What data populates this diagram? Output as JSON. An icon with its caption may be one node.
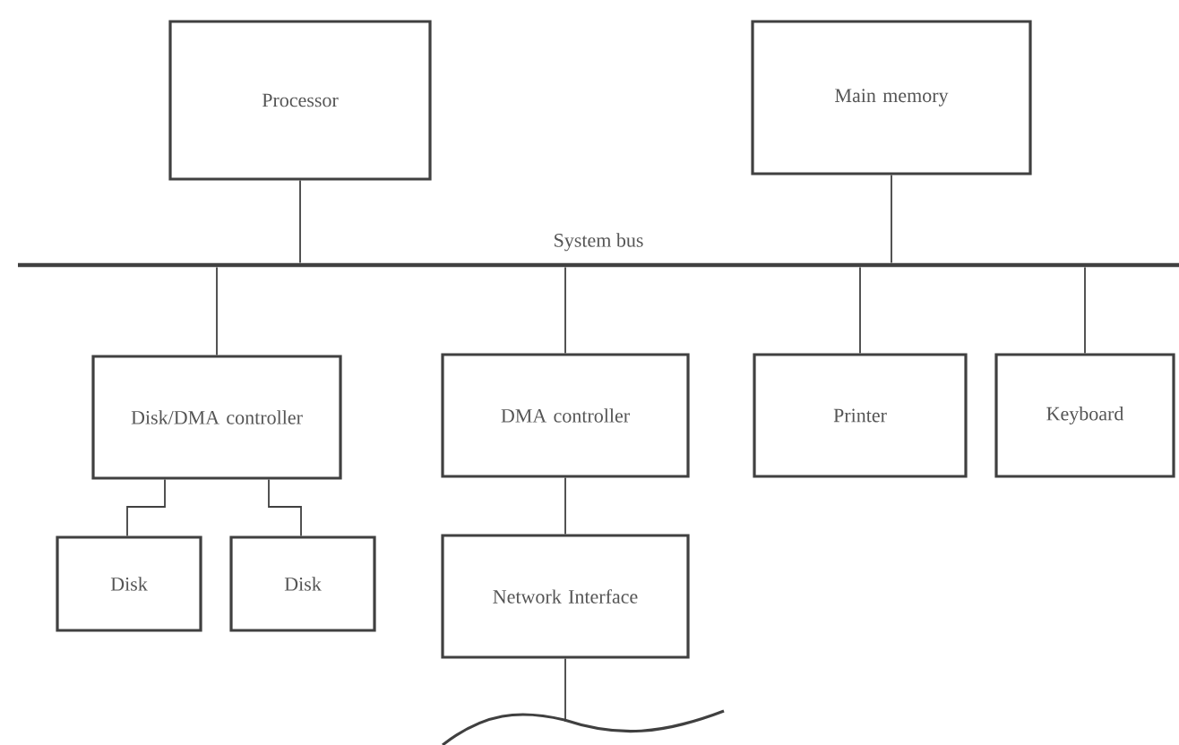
{
  "diagram": {
    "nodes": [
      {
        "text": [
          "Processor"
        ]
      },
      {
        "text": [
          "Main memory"
        ]
      },
      {
        "text": [
          "System bus"
        ]
      },
      {
        "text": [
          "Disk/DMA controller"
        ]
      },
      {
        "text": [
          "DMA controller"
        ]
      },
      {
        "text": [
          "Printer"
        ]
      },
      {
        "text": [
          "Keyboard"
        ]
      },
      {
        "text": [
          "Disk"
        ]
      },
      {
        "text": [
          "Disk"
        ]
      },
      {
        "text": [
          "Network Interface"
        ]
      },
      {
        "text": [],
        "shape": "cable"
      }
    ],
    "edges": [
      {
        "from": 0,
        "to": 2,
        "arrow": "none"
      },
      {
        "from": 1,
        "to": 2,
        "arrow": "none"
      },
      {
        "from": 2,
        "to": 3,
        "arrow": "none"
      },
      {
        "from": 2,
        "to": 4,
        "arrow": "none"
      },
      {
        "from": 2,
        "to": 5,
        "arrow": "none"
      },
      {
        "from": 2,
        "to": 6,
        "arrow": "none"
      },
      {
        "from": 3,
        "to": 7,
        "arrow": "none"
      },
      {
        "from": 3,
        "to": 8,
        "arrow": "none"
      },
      {
        "from": 4,
        "to": 9,
        "arrow": "none"
      },
      {
        "from": 9,
        "to": 10,
        "arrow": "none"
      }
    ]
  }
}
